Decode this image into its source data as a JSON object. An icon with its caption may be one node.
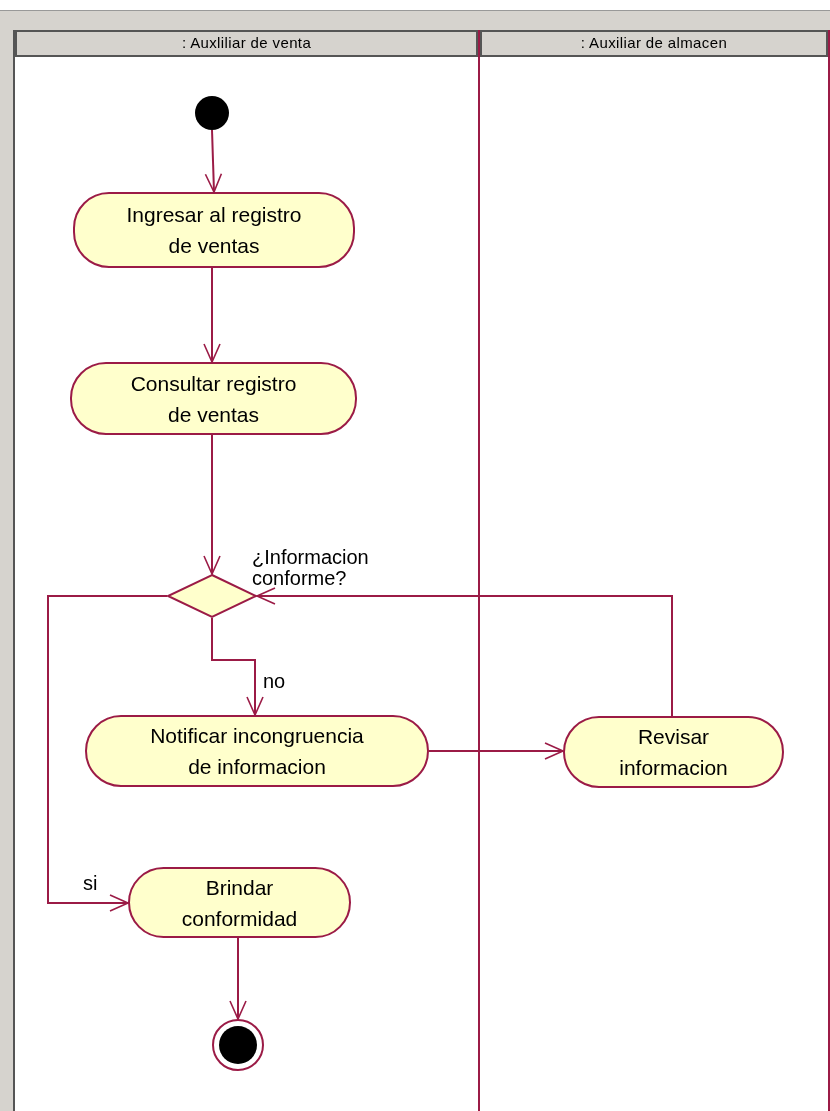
{
  "diagram": {
    "nodes": [
      {
        "text": [
          ": Auxliliar de venta"
        ]
      },
      {
        "text": [
          ": Auxiliar de almacen"
        ]
      },
      {
        "text": [],
        "shape": "circle",
        "in": 0
      },
      {
        "text": [
          "Ingresar al registro de ventas"
        ],
        "in": 0
      },
      {
        "text": [
          "Consultar registro de ventas"
        ],
        "in": 0
      },
      {
        "text": [],
        "shape": "diamond",
        "in": 0,
        "beside": [
          "¿Informacion conforme?"
        ]
      },
      {
        "text": [
          "Notificar incongruencia de informacion"
        ],
        "in": 0
      },
      {
        "text": [
          "Revisar informacion"
        ],
        "in": 1
      },
      {
        "text": [
          "Brindar conformidad"
        ],
        "in": 0
      },
      {
        "text": [],
        "shape": "circle",
        "in": 0
      }
    ],
    "edges": [
      {
        "from": 2,
        "to": 3,
        "arrow": "to"
      },
      {
        "from": 3,
        "to": 4,
        "arrow": "to"
      },
      {
        "from": 4,
        "to": 5,
        "arrow": "to"
      },
      {
        "from": 5,
        "to": 6,
        "arrow": "to",
        "label": "no"
      },
      {
        "from": 6,
        "to": 7,
        "arrow": "to"
      },
      {
        "from": 7,
        "to": 5,
        "arrow": "to"
      },
      {
        "from": 5,
        "to": 8,
        "arrow": "to",
        "label": "si"
      },
      {
        "from": 8,
        "to": 9,
        "arrow": "to"
      }
    ]
  }
}
